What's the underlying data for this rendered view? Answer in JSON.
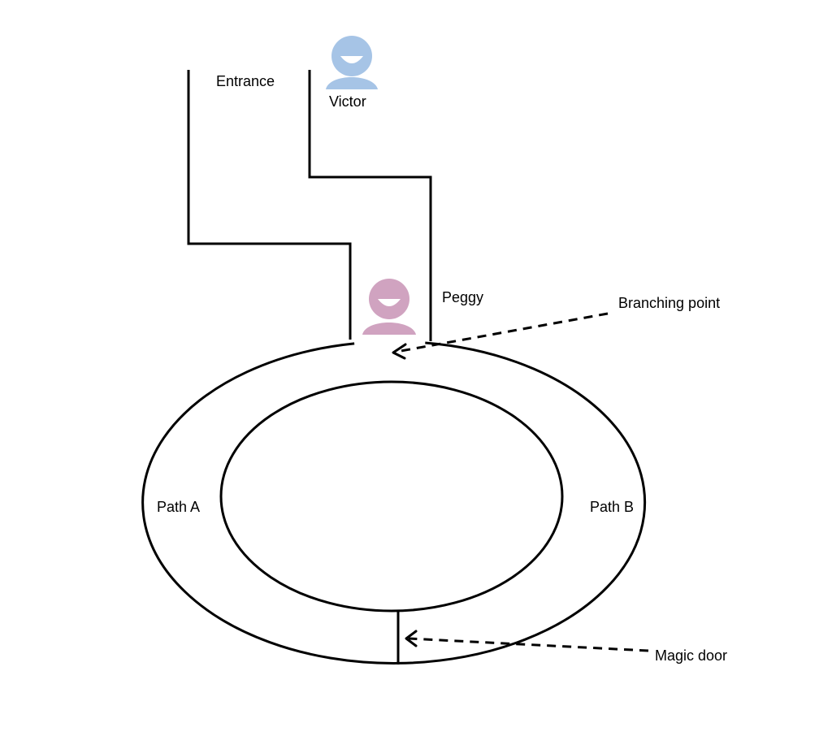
{
  "labels": {
    "entrance": "Entrance",
    "victor": "Victor",
    "peggy": "Peggy",
    "branching_point": "Branching point",
    "path_a": "Path A",
    "path_b": "Path B",
    "magic_door": "Magic door"
  },
  "people": {
    "victor": {
      "icon": "person-icon",
      "color": "#a6c4e6"
    },
    "peggy": {
      "icon": "person-icon",
      "color": "#d0a3c0"
    }
  }
}
